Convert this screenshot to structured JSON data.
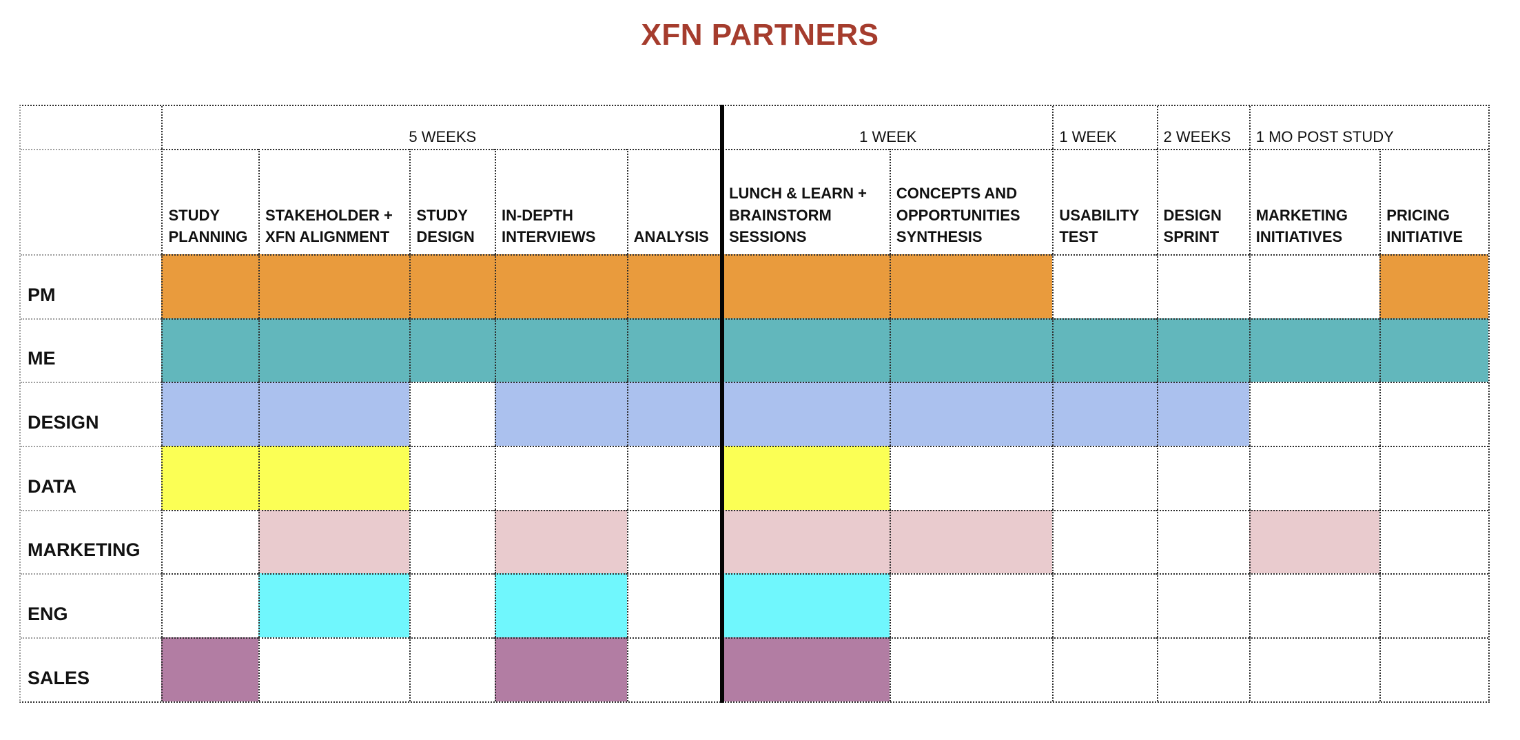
{
  "page": {
    "background": "#ffffff"
  },
  "title": {
    "text": "XFN PARTNERS",
    "color": "#A53C2D"
  },
  "chart_data": {
    "type": "table",
    "subtype": "gantt-responsibility-matrix",
    "grid_style": "dotted",
    "duration_headers": [
      {
        "label": "5 WEEKS",
        "spans_columns": [
          1,
          5
        ],
        "align": "center"
      },
      {
        "label": "1 WEEK",
        "spans_columns": [
          6,
          7
        ],
        "align": "center"
      },
      {
        "label": "1 WEEK",
        "spans_columns": [
          8,
          8
        ],
        "align": "left"
      },
      {
        "label": "2 WEEKS",
        "spans_columns": [
          9,
          9
        ],
        "align": "left"
      },
      {
        "label": "1 MO POST STUDY",
        "spans_columns": [
          10,
          11
        ],
        "align": "left"
      }
    ],
    "columns": [
      "STUDY PLANNING",
      "STAKEHOLDER + XFN ALIGNMENT",
      "STUDY DESIGN",
      "IN-DEPTH INTERVIEWS",
      "ANALYSIS",
      "LUNCH & LEARN + BRAINSTORM SESSIONS",
      "CONCEPTS AND OPPORTUNITIES SYNTHESIS",
      "USABILITY TEST",
      "DESIGN SPRINT",
      "MARKETING INITIATIVES",
      "PRICING INITIATIVE"
    ],
    "phase_divider_after_column": 5,
    "phase_divider_color": "#050505",
    "rows": [
      {
        "label": "PM",
        "color": "#E99B3D",
        "cells": [
          1,
          1,
          1,
          1,
          1,
          1,
          1,
          0,
          0,
          0,
          1
        ]
      },
      {
        "label": "ME",
        "color": "#62B7BC",
        "cells": [
          1,
          1,
          1,
          1,
          1,
          1,
          1,
          1,
          1,
          1,
          1
        ]
      },
      {
        "label": "DESIGN",
        "color": "#ABC1EE",
        "cells": [
          1,
          1,
          0,
          1,
          1,
          1,
          1,
          1,
          1,
          0,
          0
        ]
      },
      {
        "label": "DATA",
        "color": "#FBFF55",
        "cells": [
          1,
          1,
          0,
          0,
          0,
          1,
          0,
          0,
          0,
          0,
          0
        ]
      },
      {
        "label": "MARKETING",
        "color": "#E9CBCE",
        "cells": [
          0,
          1,
          0,
          1,
          0,
          1,
          1,
          0,
          0,
          1,
          0
        ]
      },
      {
        "label": "ENG",
        "color": "#70F7FD",
        "cells": [
          0,
          1,
          0,
          1,
          0,
          1,
          0,
          0,
          0,
          0,
          0
        ]
      },
      {
        "label": "SALES",
        "color": "#B27DA3",
        "cells": [
          1,
          0,
          0,
          1,
          0,
          1,
          0,
          0,
          0,
          0,
          0
        ]
      }
    ]
  }
}
